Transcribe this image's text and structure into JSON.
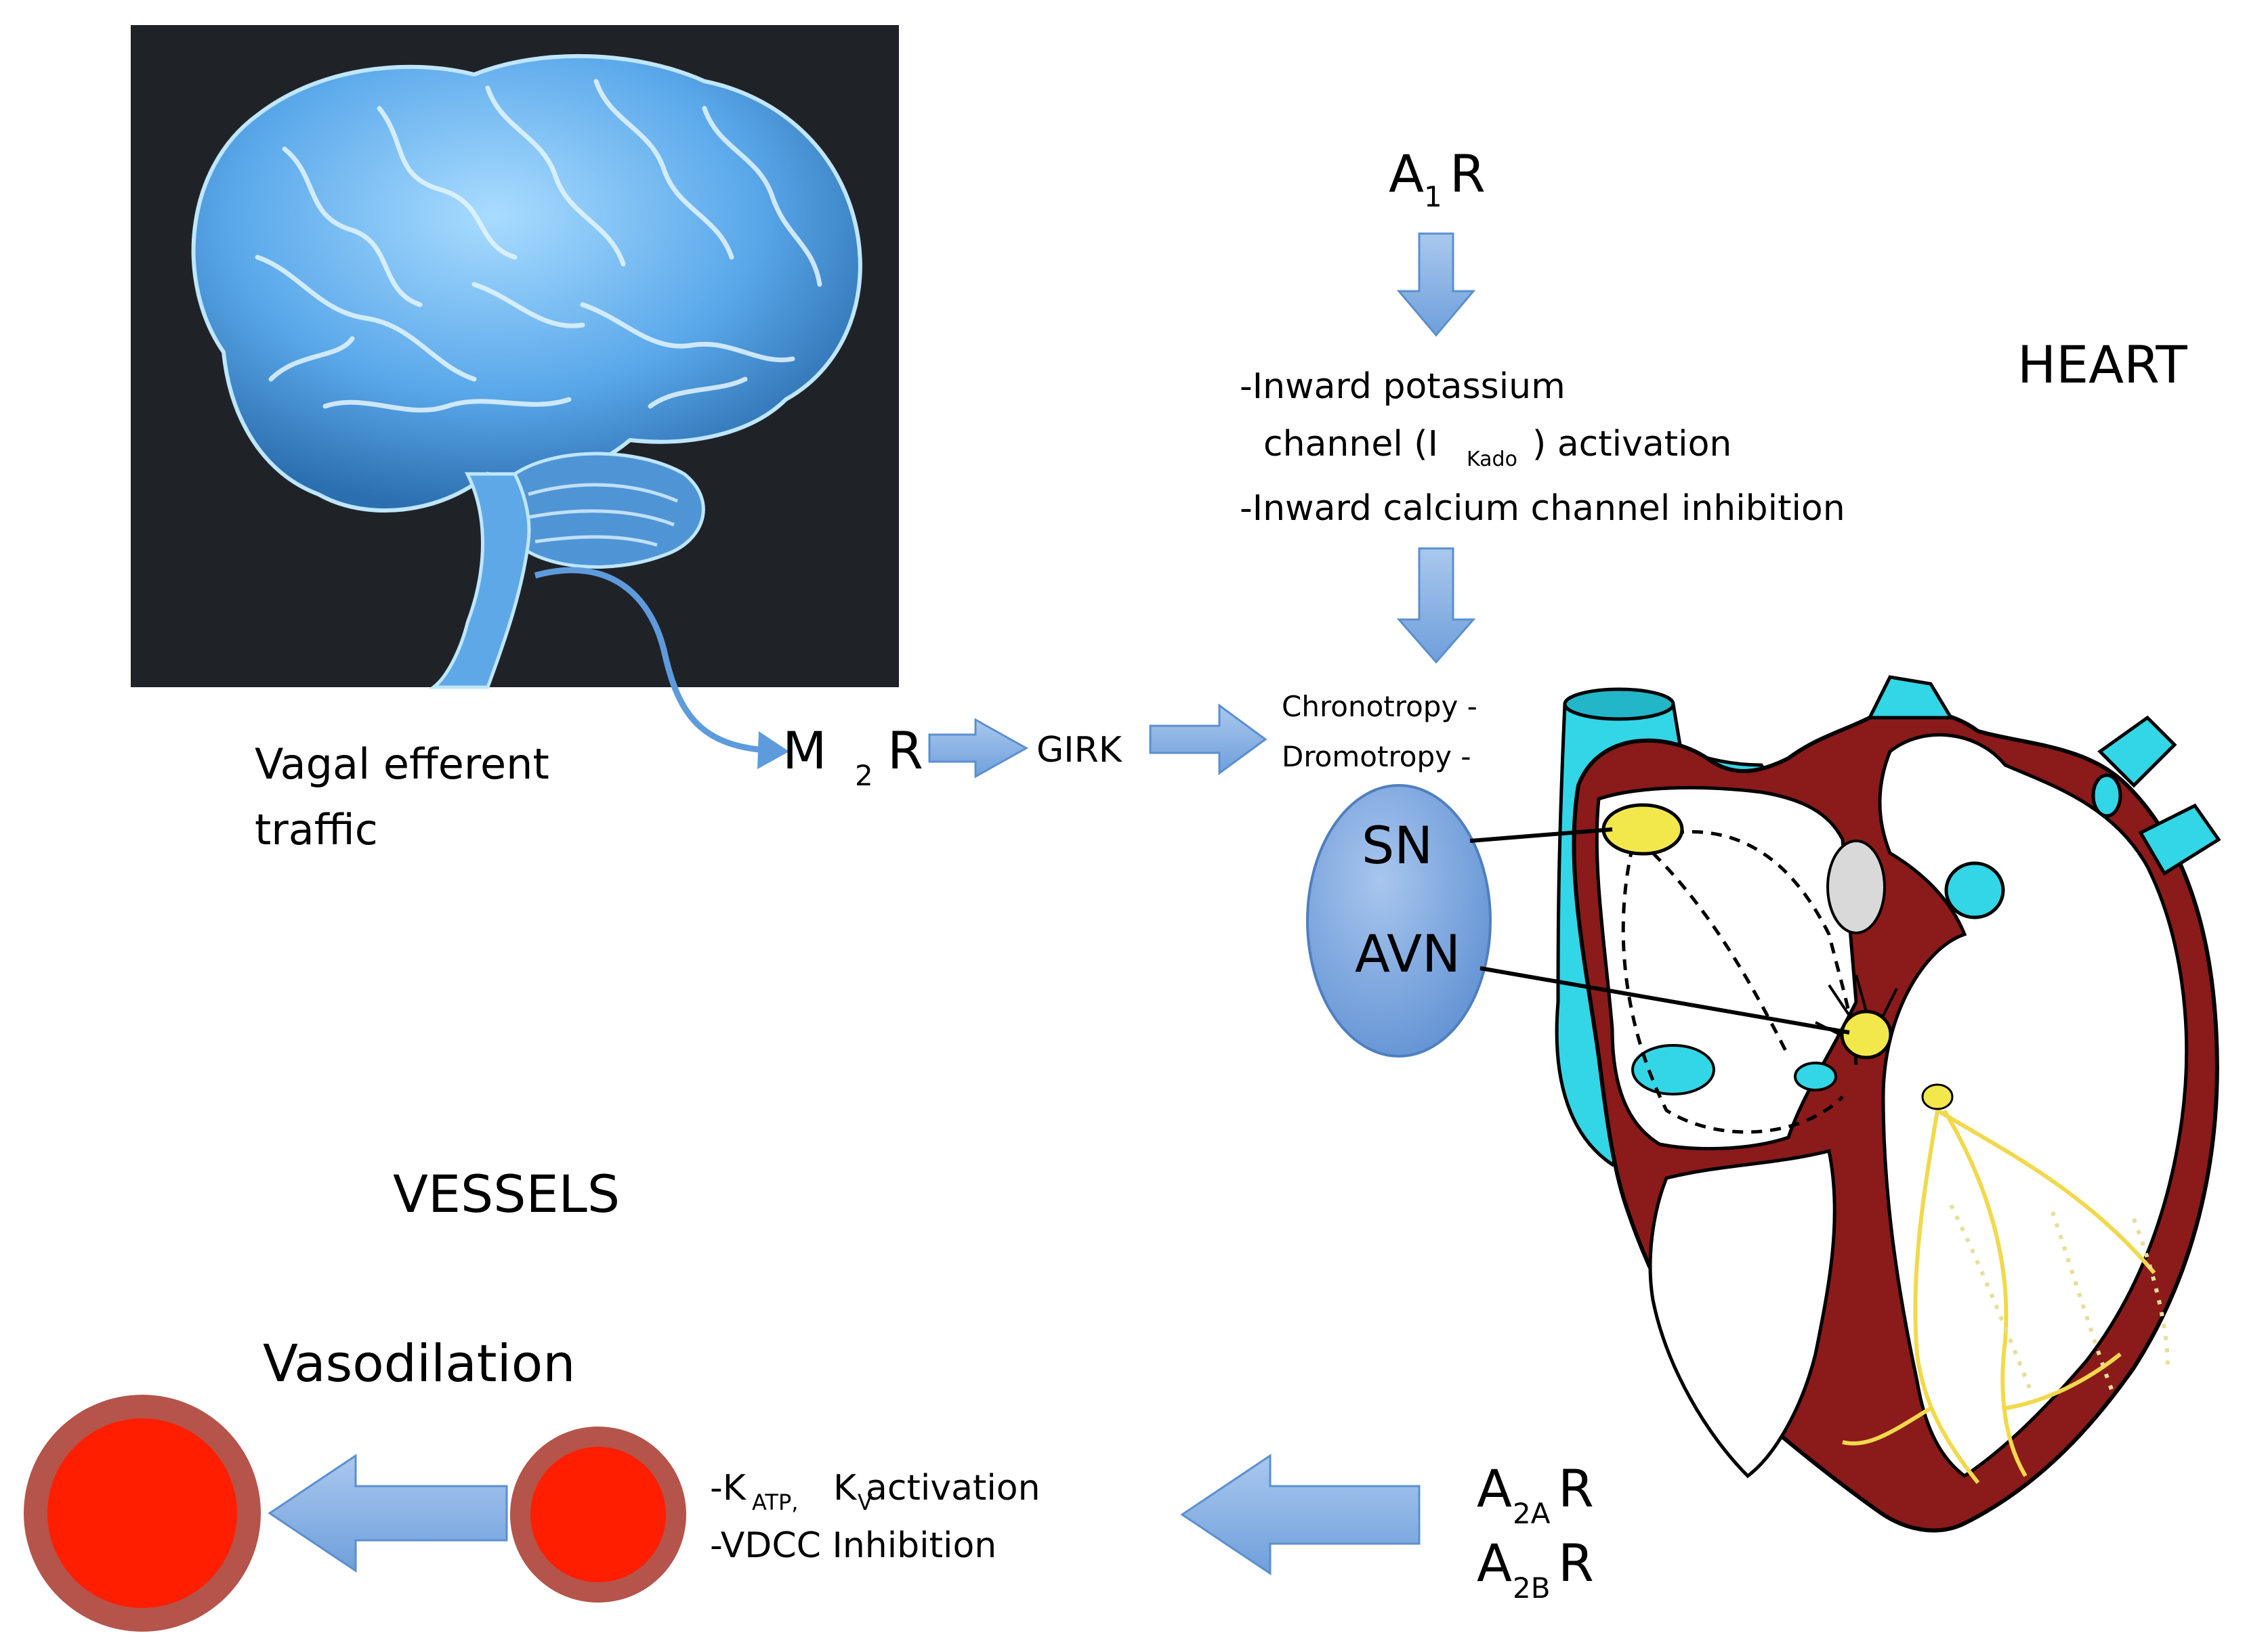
{
  "labels": {
    "a1r_main": "A",
    "a1r_sub": "1",
    "a1r_tail": "R",
    "heart": "HEART",
    "inward_k_line1": "-Inward potassium",
    "inward_k_line2_pre": "channel (I",
    "inward_k_line2_sub": "Kado",
    "inward_k_line2_post": ") activation",
    "inward_ca": "-Inward calcium channel inhibition",
    "vagal_line1": "Vagal efferent",
    "vagal_line2": "traffic",
    "m2r_main": "M",
    "m2r_sub": "2",
    "m2r_tail": "R",
    "girk": "GIRK",
    "chronotropy": "Chronotropy -",
    "dromotropy": "Dromotropy -",
    "sn": "SN",
    "avn": "AVN",
    "vessels": "VESSELS",
    "vasodilation": "Vasodilation",
    "katp_pre": "-K",
    "katp_sub": "ATP,",
    "kv_main": "K",
    "kv_sub": "V",
    "kv_post": " activation",
    "vdcc": "-VDCC Inhibition",
    "a2ar_main": "A",
    "a2ar_sub": "2A",
    "a2ar_tail": "R",
    "a2br_main": "A",
    "a2br_sub": "2B",
    "a2br_tail": "R"
  },
  "colors": {
    "arrow": "#8cb4e2",
    "arrow_stroke": "#5b8fcf",
    "node_ellipse": "#7aa6dc",
    "brain_bg": "#1f2328",
    "brain": "#6fb6f0",
    "heart_muscle": "#8b1a1a",
    "heart_cyan": "#33d6e6",
    "node_yellow": "#f2e84c",
    "vessel_fill": "#ff1e00",
    "vessel_ring": "#b5544a"
  }
}
